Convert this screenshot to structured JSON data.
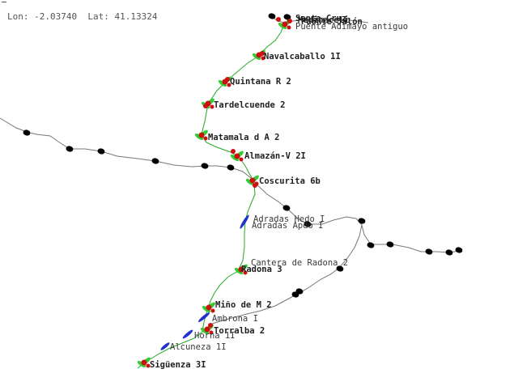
{
  "coords": {
    "lon_label": "Lon:",
    "lon": "-2.03740",
    "lat_label": "Lat:",
    "lat": "41.13324"
  },
  "colors": {
    "main_line": "#22aa22",
    "secondary_line": "#777777",
    "black_node": "#000000",
    "red_node": "#cc1111",
    "green_node": "#33cc33",
    "blue_node": "#2233cc"
  },
  "stations": [
    {
      "name": "Santa Cruz",
      "kind": "station"
    },
    {
      "name": "Medinaceli",
      "kind": "station"
    },
    {
      "name": "Puente Jalón",
      "kind": "station"
    },
    {
      "name": "Puente Adimayo antiguo",
      "kind": "station"
    },
    {
      "name": "Navalcaballo 1I",
      "kind": "station"
    },
    {
      "name": "Quintana R 2",
      "kind": "station"
    },
    {
      "name": "Tardelcuende 2",
      "kind": "station"
    },
    {
      "name": "Matamala d A 2",
      "kind": "station"
    },
    {
      "name": "Almazán-V 2I",
      "kind": "station"
    },
    {
      "name": "Coscurita 6b",
      "kind": "station"
    },
    {
      "name": "Adradas Hedo I",
      "kind": "station"
    },
    {
      "name": "Adradas Apdo I",
      "kind": "station"
    },
    {
      "name": "Cantera de Radona 2",
      "kind": "station"
    },
    {
      "name": "Radona 3",
      "kind": "station"
    },
    {
      "name": "Miño de M 2",
      "kind": "station"
    },
    {
      "name": "Ambrona I",
      "kind": "station"
    },
    {
      "name": "Torralba 2",
      "kind": "station"
    },
    {
      "name": "Horna 1I",
      "kind": "station"
    },
    {
      "name": "Alcuneza 1I",
      "kind": "station"
    },
    {
      "name": "Sigüenza 3I",
      "kind": "station"
    }
  ]
}
